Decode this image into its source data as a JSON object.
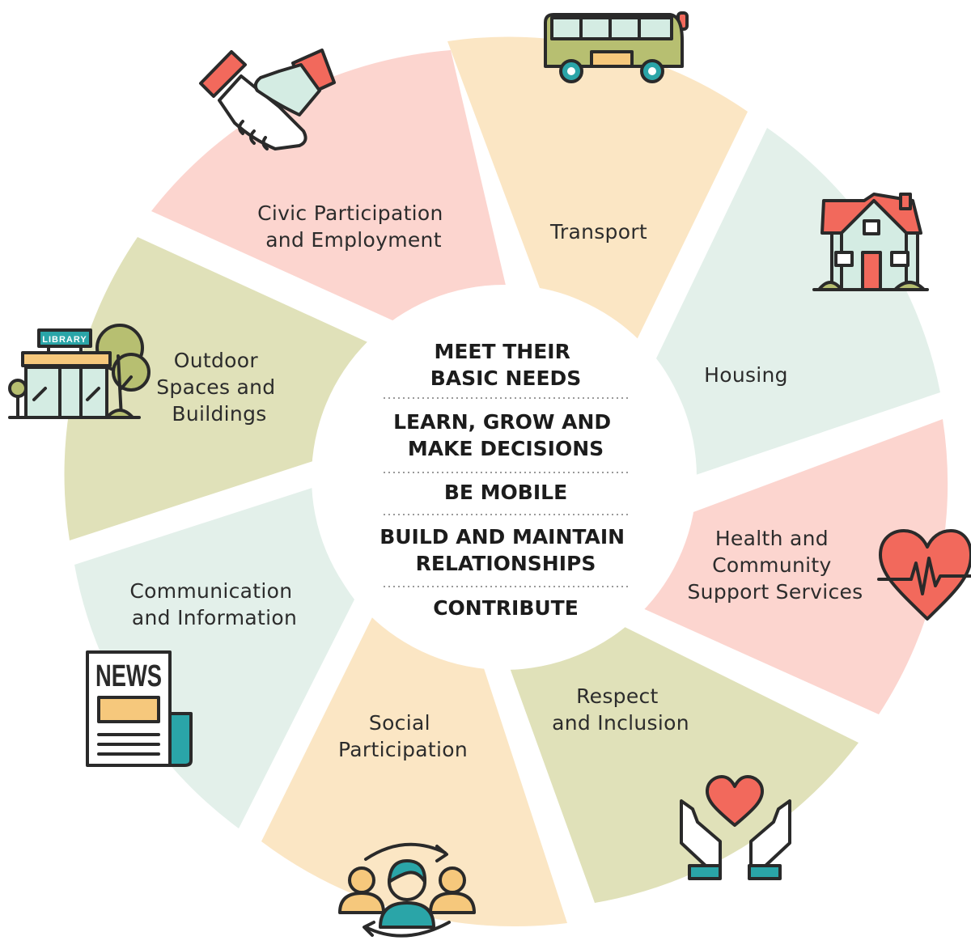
{
  "segments": [
    {
      "label_lines": [
        "Civic Participation",
        "and Employment"
      ],
      "color": "#fcd5cf",
      "icon": "handshake-icon"
    },
    {
      "label_lines": [
        "Transport"
      ],
      "color": "#fbe6c4",
      "icon": "bus-icon"
    },
    {
      "label_lines": [
        "Housing"
      ],
      "color": "#e3f0ea",
      "icon": "house-icon"
    },
    {
      "label_lines": [
        "Health and",
        "Community",
        "Support Services"
      ],
      "color": "#fcd5cf",
      "icon": "heart-pulse-icon"
    },
    {
      "label_lines": [
        "Respect",
        "and Inclusion"
      ],
      "color": "#e0e1b9",
      "icon": "hands-heart-icon"
    },
    {
      "label_lines": [
        "Social",
        "Participation"
      ],
      "color": "#fbe6c4",
      "icon": "people-cycle-icon"
    },
    {
      "label_lines": [
        "Communication",
        "and Information"
      ],
      "color": "#e3f0ea",
      "icon": "newspaper-icon"
    },
    {
      "label_lines": [
        "Outdoor",
        "Spaces and",
        "Buildings"
      ],
      "color": "#e0e1b9",
      "icon": "library-building-icon"
    }
  ],
  "core": {
    "items": [
      {
        "lines": [
          "MEET THEIR",
          "BASIC NEEDS"
        ]
      },
      {
        "lines": [
          "LEARN, GROW AND",
          "MAKE DECISIONS"
        ]
      },
      {
        "lines": [
          "BE MOBILE"
        ]
      },
      {
        "lines": [
          "BUILD AND MAINTAIN",
          "RELATIONSHIPS"
        ]
      },
      {
        "lines": [
          "CONTRIBUTE"
        ]
      }
    ]
  },
  "icon_text": {
    "library_sign": "LIBRARY",
    "newspaper_title": "NEWS"
  },
  "colors": {
    "outline": "#2a2a2a",
    "coral": "#f2695c",
    "teal": "#2aa5a8",
    "mint": "#d4ece3",
    "olive": "#b7bf71",
    "sand": "#f6c87c",
    "cream": "#fbe6c4"
  }
}
